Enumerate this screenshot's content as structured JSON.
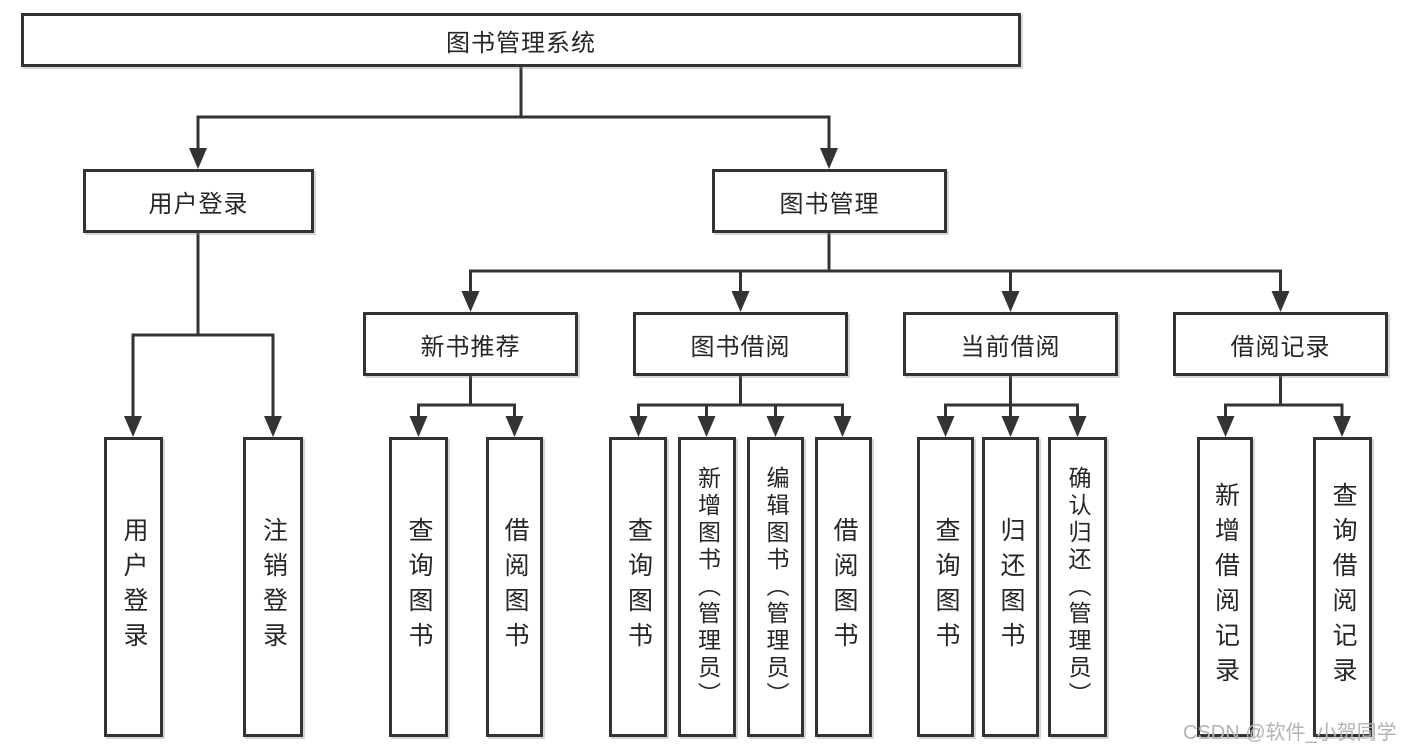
{
  "diagram_title": "图书管理系统",
  "root": {
    "label": "图书管理系统"
  },
  "level2": [
    {
      "label": "用户登录"
    },
    {
      "label": "图书管理"
    }
  ],
  "level3": [
    {
      "label": "新书推荐",
      "parent": "图书管理"
    },
    {
      "label": "图书借阅",
      "parent": "图书管理"
    },
    {
      "label": "当前借阅",
      "parent": "图书管理"
    },
    {
      "label": "借阅记录",
      "parent": "图书管理"
    }
  ],
  "leaves": [
    {
      "label": "用户登录",
      "parent": "用户登录"
    },
    {
      "label": "注销登录",
      "parent": "用户登录"
    },
    {
      "label": "查询图书",
      "parent": "新书推荐"
    },
    {
      "label": "借阅图书",
      "parent": "新书推荐"
    },
    {
      "label": "查询图书",
      "parent": "图书借阅"
    },
    {
      "label": "新增图书（管理员）",
      "parent": "图书借阅"
    },
    {
      "label": "编辑图书（管理员）",
      "parent": "图书借阅"
    },
    {
      "label": "借阅图书",
      "parent": "图书借阅"
    },
    {
      "label": "查询图书",
      "parent": "当前借阅"
    },
    {
      "label": "归还图书",
      "parent": "当前借阅"
    },
    {
      "label": "确认归还（管理员）",
      "parent": "当前借阅"
    },
    {
      "label": "新增借阅记录",
      "parent": "借阅记录"
    },
    {
      "label": "查询借阅记录",
      "parent": "借阅记录"
    }
  ],
  "watermark": "CSDN @软件_小贺同学",
  "colors": {
    "line": "#333333",
    "text": "#262626",
    "box_background": "#ffffff",
    "watermark": "#b3b3b3"
  }
}
